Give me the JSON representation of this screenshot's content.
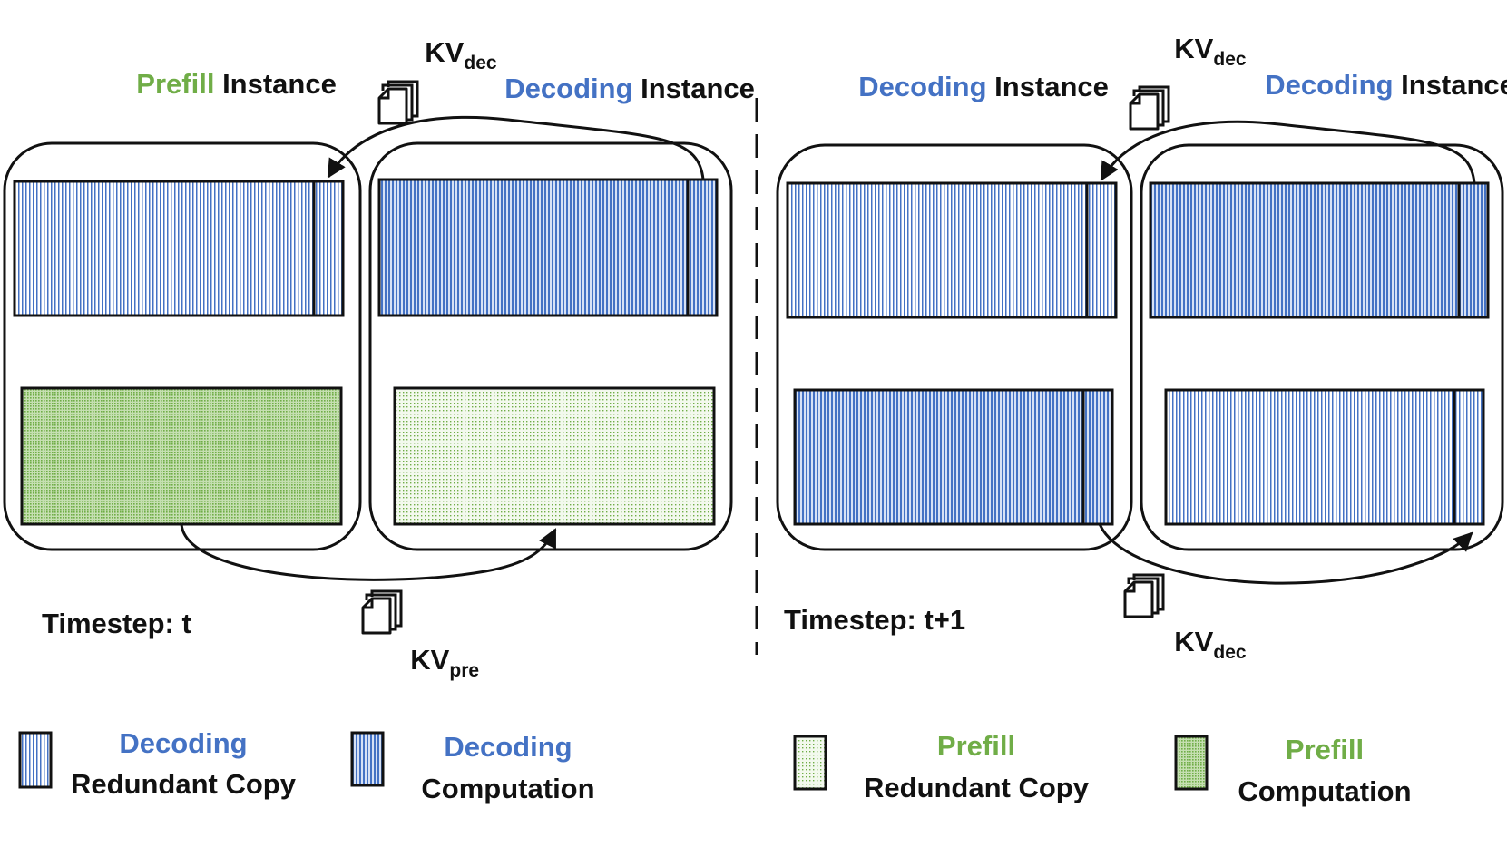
{
  "colors": {
    "decoding": "#4472c4",
    "prefill": "#70ad47",
    "text": "#111111"
  },
  "left_panel": {
    "title_a_keyword": "Prefill",
    "title_a_suffix": " Instance",
    "title_b_keyword": "Decoding",
    "title_b_suffix": " Instance",
    "kv_top": "KV",
    "kv_top_sub": "dec",
    "kv_bottom": "KV",
    "kv_bottom_sub": "pre",
    "timestep": "Timestep: t"
  },
  "right_panel": {
    "title_a_keyword": "Decoding",
    "title_a_suffix": " Instance",
    "title_b_keyword": "Decoding",
    "title_b_suffix": " Instance",
    "kv_top": "KV",
    "kv_top_sub": "dec",
    "kv_bottom": "KV",
    "kv_bottom_sub": "dec",
    "timestep": "Timestep: t+1"
  },
  "legend": [
    {
      "line1": "Decoding",
      "line2": "Redundant Copy",
      "icon": "decoding-redundant-copy-swatch"
    },
    {
      "line1": "Decoding",
      "line2": "Computation",
      "icon": "decoding-computation-swatch"
    },
    {
      "line1": "Prefill",
      "line2": "Redundant Copy",
      "icon": "prefill-redundant-copy-swatch"
    },
    {
      "line1": "Prefill",
      "line2": "Computation",
      "icon": "prefill-computation-swatch"
    }
  ],
  "icons": [
    "document-copy-icon"
  ]
}
